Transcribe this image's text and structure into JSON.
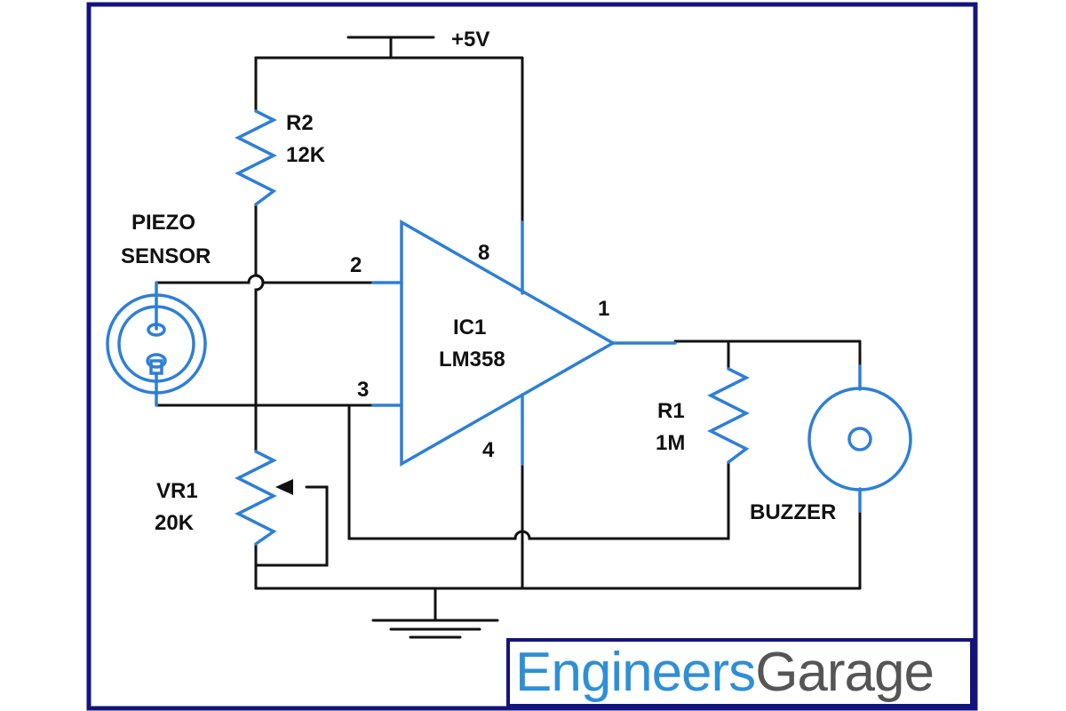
{
  "labels": {
    "supply": "+5V",
    "r2_name": "R2",
    "r2_value": "12K",
    "piezo_line1": "PIEZO",
    "piezo_line2": "SENSOR",
    "pin2": "2",
    "pin3": "3",
    "pin8": "8",
    "pin4": "4",
    "pin1": "1",
    "ic_name": "IC1",
    "ic_part": "LM358",
    "r1_name": "R1",
    "r1_value": "1M",
    "vr1_name": "VR1",
    "vr1_value": "20K",
    "buzzer": "BUZZER"
  },
  "brand": {
    "part1": "Engineers",
    "part2": "Garage"
  },
  "colors": {
    "wire": "#111111",
    "component": "#2e7fd6",
    "frame": "#13147a",
    "brand_blue": "#2e8fd6",
    "brand_gray": "#555555"
  },
  "icons": [
    "ground-icon",
    "resistor-icon",
    "potentiometer-icon",
    "piezo-sensor-icon",
    "buzzer-icon",
    "op-amp-icon"
  ]
}
